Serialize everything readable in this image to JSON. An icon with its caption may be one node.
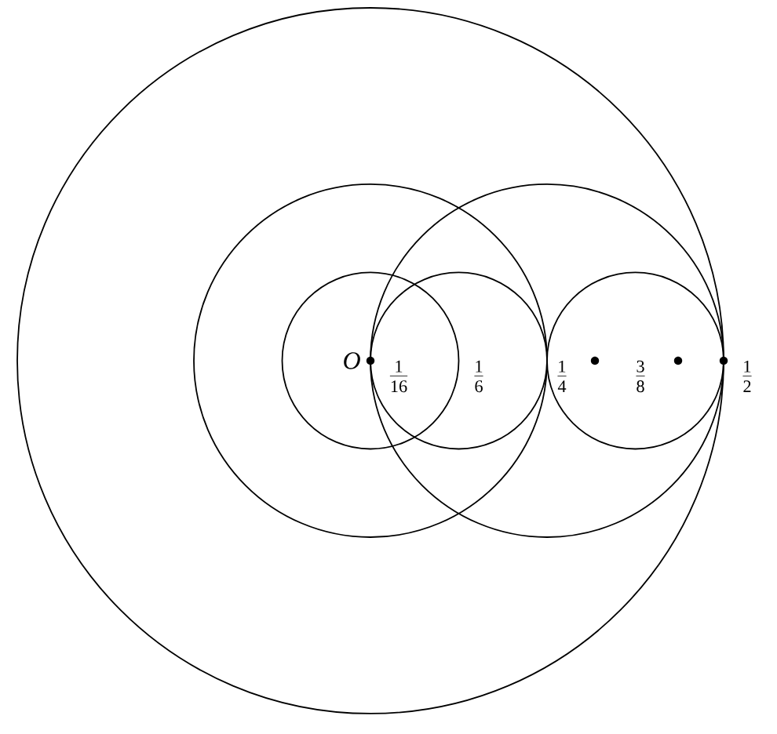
{
  "diagram": {
    "nodes": [
      {
        "text": [],
        "shape": "circle"
      },
      {
        "text": [],
        "shape": "circle",
        "in": 0
      },
      {
        "text": [],
        "shape": "circle",
        "in": 1
      },
      {
        "text": [],
        "shape": "circle"
      },
      {
        "text": [],
        "shape": "circle",
        "in": 0
      },
      {
        "text": [],
        "shape": "circle",
        "in": 4
      }
    ],
    "labels": [
      "O",
      "\\frac{1}{16}",
      "\\frac{1}{6}",
      "\\frac{1}{4}",
      "\\frac{3}{8}",
      "\\frac{1}{2}"
    ]
  }
}
